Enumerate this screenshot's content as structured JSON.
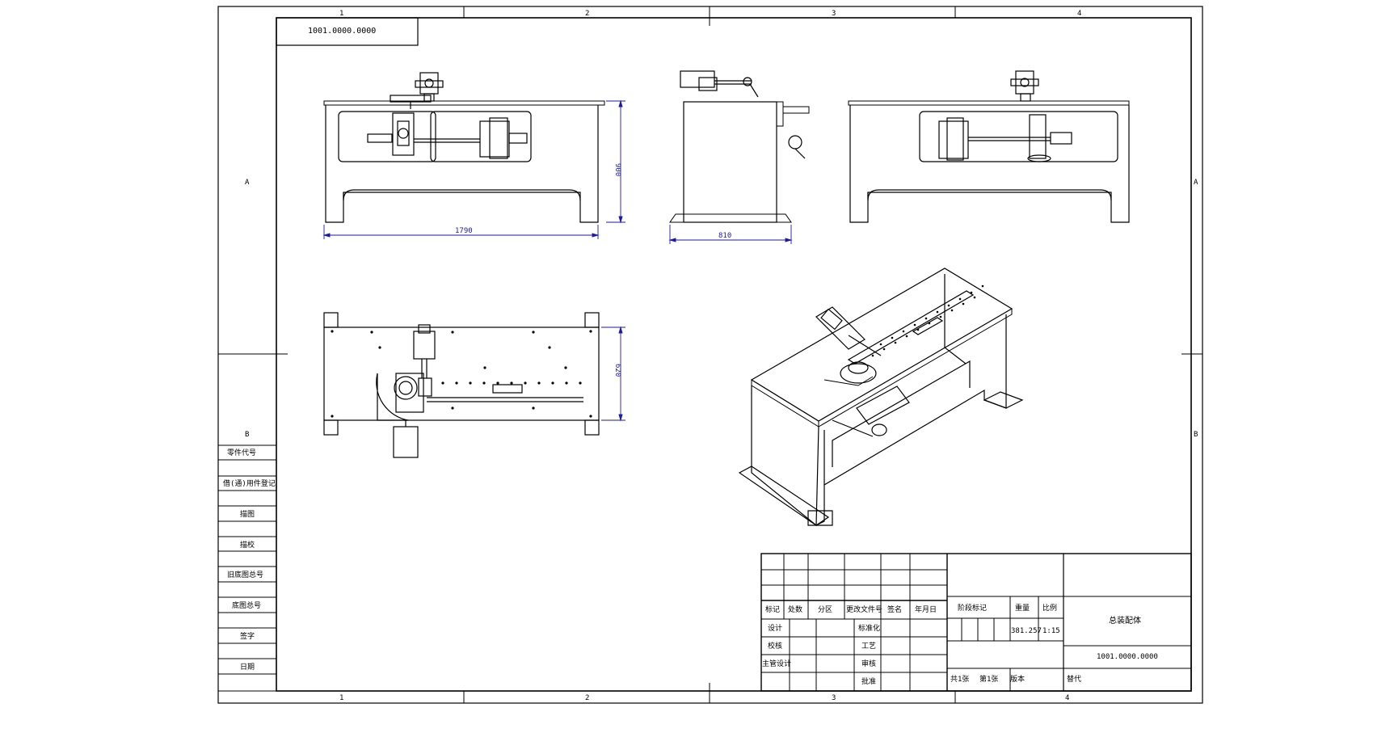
{
  "drawing": {
    "code_box": "1001.0000.0000",
    "zones": {
      "columns": [
        "1",
        "2",
        "3",
        "4"
      ],
      "rows": [
        "A",
        "B"
      ]
    }
  },
  "views": {
    "front": {
      "width_dim": "1790",
      "height_dim": "900"
    },
    "side": {
      "width_dim": "810"
    },
    "top": {
      "depth_dim": "620"
    }
  },
  "left_panel": {
    "labels": [
      "零件代号",
      "借(通)用件登记",
      "描图",
      "描校",
      "旧底图总号",
      "底图总号",
      "签字",
      "日期"
    ]
  },
  "title_block": {
    "rev_headers": [
      "标记",
      "处数",
      "分区",
      "更改文件号",
      "签名",
      "年月日"
    ],
    "sign_rows": [
      {
        "role": "设计",
        "role2": "标准化"
      },
      {
        "role": "校核",
        "role2": "工艺"
      },
      {
        "role": "主管设计",
        "role2": "审核"
      },
      {
        "role": "",
        "role2": "批准"
      }
    ],
    "stage_headers": [
      "阶段标记",
      "重量",
      "比例"
    ],
    "weight": "381.257",
    "scale": "1:15",
    "drawing_name": "总装配体",
    "drawing_number": "1001.0000.0000",
    "sheets_total": "共1张",
    "sheet_no": "第1张",
    "version_label": "版本",
    "replaces_label": "替代"
  }
}
